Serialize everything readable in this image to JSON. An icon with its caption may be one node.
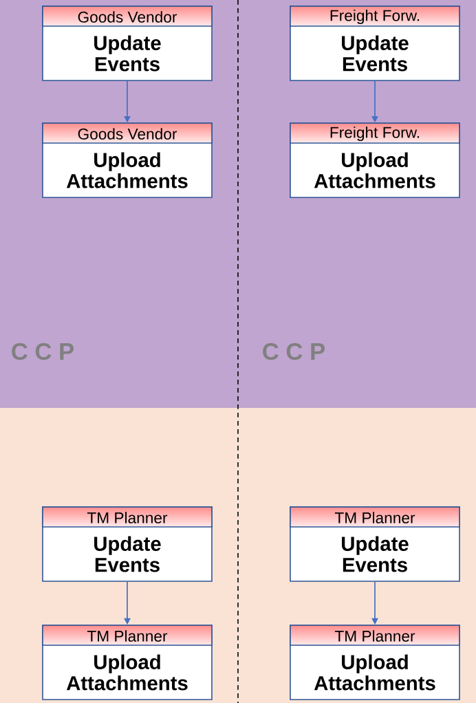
{
  "diagram": {
    "nodes": [
      {
        "text": [
          "C C P",
          "C C P"
        ]
      },
      {
        "text": [
          "Goods Vendor",
          "Update Events"
        ],
        "in": 0
      },
      {
        "text": [
          "Freight Forw.",
          "Update Events"
        ],
        "in": 0
      },
      {
        "text": [
          "Goods Vendor",
          "Upload Attachments"
        ],
        "in": 0
      },
      {
        "text": [
          "Freight Forw.",
          "Upload Attachments"
        ],
        "in": 0
      },
      {
        "text": [],
        "shape": "box"
      },
      {
        "text": [
          "TM Planner",
          "Update Events"
        ],
        "in": 5
      },
      {
        "text": [
          "TM Planner",
          "Update Events"
        ],
        "in": 5
      },
      {
        "text": [
          "TM Planner",
          "Upload Attachments"
        ],
        "in": 5
      },
      {
        "text": [
          "TM Planner",
          "Upload Attachments"
        ],
        "in": 5
      }
    ],
    "edges": [
      {
        "from": 1,
        "to": 3,
        "arrow": "to"
      },
      {
        "from": 2,
        "to": 4,
        "arrow": "to"
      },
      {
        "from": 6,
        "to": 8,
        "arrow": "to"
      },
      {
        "from": 7,
        "to": 9,
        "arrow": "to"
      }
    ]
  }
}
